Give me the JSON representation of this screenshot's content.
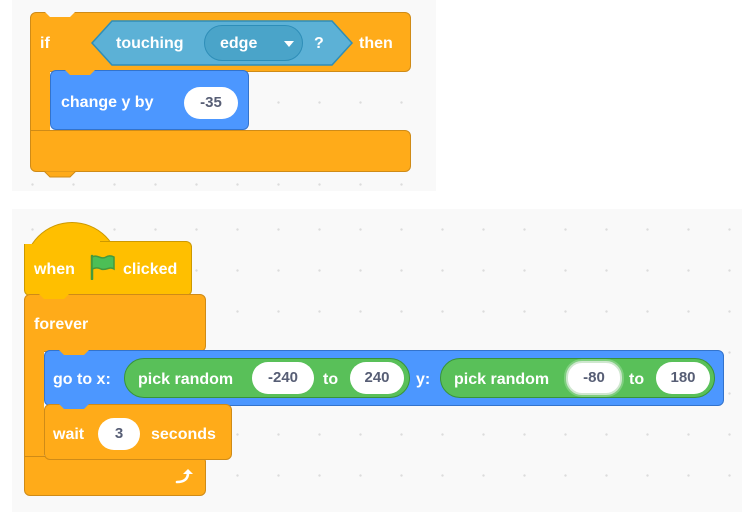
{
  "script1": {
    "if_label": "if",
    "touching_label": "touching",
    "touching_menu_value": "edge",
    "question_mark": "?",
    "then_label": "then",
    "change_y_label": "change y by",
    "change_y_value": "-35"
  },
  "script2": {
    "when_label": "when",
    "clicked_label": "clicked",
    "forever_label": "forever",
    "goto_x_label": "go to x:",
    "pick_random_1_label": "pick random",
    "pick_random_1_from": "-240",
    "to_1_label": "to",
    "pick_random_1_to": "240",
    "y_label": "y:",
    "pick_random_2_label": "pick random",
    "pick_random_2_from": "-80",
    "to_2_label": "to",
    "pick_random_2_to": "180",
    "wait_label": "wait",
    "wait_value": "3",
    "seconds_label": "seconds"
  },
  "icons": {
    "flag": "green-flag-icon",
    "loop_arrow": "loop-arrow-icon",
    "dropdown": "chevron-down-icon"
  },
  "colors": {
    "control": "#ffab19",
    "control_border": "#cf8b17",
    "events": "#ffbf00",
    "motion": "#4c97ff",
    "motion_border": "#3373cc",
    "sensing": "#5cb1d6",
    "sensing_dark": "#2e8eb8",
    "operators": "#59c059",
    "operators_border": "#389438",
    "canvas": "#f9f9f9"
  }
}
